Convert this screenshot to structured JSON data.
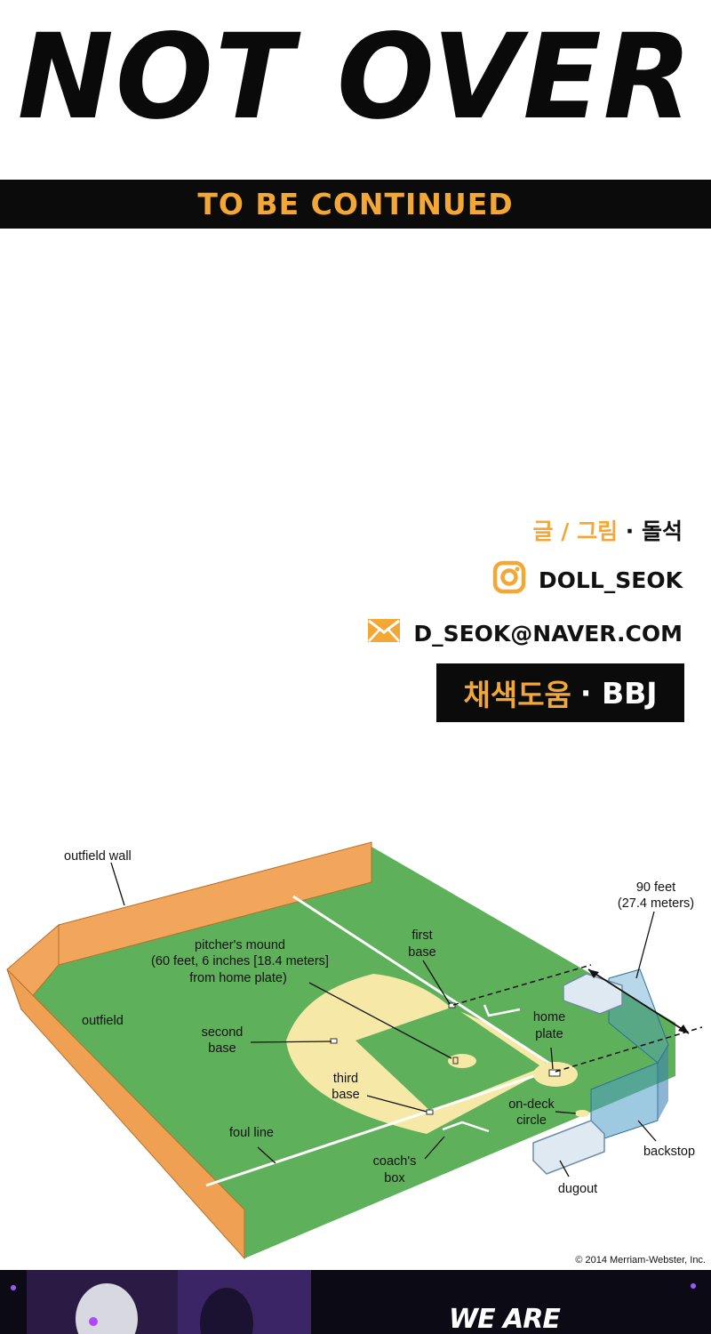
{
  "title": "NOT OVER",
  "subtitle": "TO BE CONTINUED",
  "credits": {
    "author_label": "글 / 그림",
    "author_sep": " · ",
    "author_name": "돌석",
    "instagram": "DOLL_SEOK",
    "email": "D_SEOK@NAVER.COM",
    "coloring_label": "채색도움",
    "coloring_name": "· BBJ"
  },
  "colors": {
    "accent": "#f3a735",
    "field_green": "#5fb05a",
    "infield_sand": "#f6e9a8",
    "wall_orange": "#f2a65c"
  },
  "diagram": {
    "labels": {
      "outfield_wall": "outfield wall",
      "outfield": "outfield",
      "mound_1": "pitcher's mound",
      "mound_2": "(60 feet, 6 inches [18.4 meters]",
      "mound_3": "from home plate)",
      "second_base_1": "second",
      "second_base_2": "base",
      "third_base_1": "third",
      "third_base_2": "base",
      "first_base_1": "first",
      "first_base_2": "base",
      "home_plate_1": "home",
      "home_plate_2": "plate",
      "distance_1": "90 feet",
      "distance_2": "(27.4 meters)",
      "foul_line": "foul line",
      "coach_box_1": "coach's",
      "coach_box_2": "box",
      "on_deck_1": "on-deck",
      "on_deck_2": "circle",
      "backstop": "backstop",
      "dugout": "dugout",
      "copyright": "© 2014 Merriam-Webster, Inc."
    }
  },
  "banner": {
    "text": "WE ARE"
  }
}
